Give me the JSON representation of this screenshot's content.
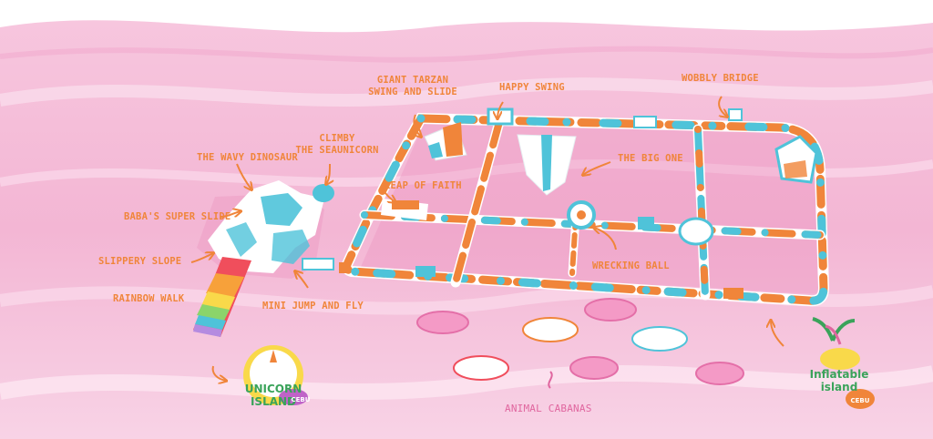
{
  "map": {
    "attractions": {
      "giant_tarzan": [
        "GIANT TARZAN",
        "SWING AND SLIDE"
      ],
      "happy_swing": "HAPPY SWING",
      "wobbly_bridge": "WOBBLY BRIDGE",
      "the_big_one": "THE BIG ONE",
      "leap_of_faith": "LEAP OF FAITH",
      "wrecking_ball": "WRECKING BALL",
      "wavy_dinosaur": "THE WAVY DINOSAUR",
      "climby": [
        "CLIMBY",
        "THE SEAUNICORN"
      ],
      "babas_super_slide": "BABA'S SUPER SLIDE",
      "slippery_slope": "SLIPPERY SLOPE",
      "rainbow_walk": "RAINBOW WALK",
      "mini_jump": "MINI JUMP AND FLY",
      "animal_cabanas": "ANIMAL CABANAS"
    },
    "logos": {
      "unicorn_island": {
        "line1": "UNICORN",
        "line2": "ISLAND",
        "tag": "CEBU"
      },
      "inflatable_island": {
        "line1": "Inflatable",
        "line2": "island",
        "tag": "CEBU"
      }
    },
    "colors": {
      "water_light": "#fbe3ef",
      "water_mid": "#f6c2dc",
      "water_deep": "#f0a8cc",
      "orange": "#f0853a",
      "teal": "#4fc3d9",
      "white": "#ffffff",
      "pink": "#e0669f"
    }
  }
}
